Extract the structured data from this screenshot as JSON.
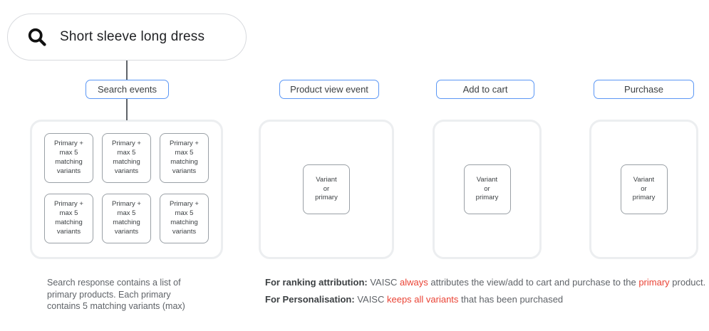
{
  "colors": {
    "accent_blue": "#5B97F5",
    "highlight_red": "#EA4335",
    "pill_border": "#D8DADE",
    "container_border": "#ECEEF0",
    "card_border": "#9AA0A6",
    "text_dark": "#202124",
    "text_gray": "#5F6368"
  },
  "search_bar": {
    "query": "Short sleeve long dress",
    "icon": "search-icon"
  },
  "event_buttons": [
    {
      "label": "Search events"
    },
    {
      "label": "Product view event"
    },
    {
      "label": "Add to cart"
    },
    {
      "label": "Purchase"
    }
  ],
  "search_results": {
    "card_count": 6,
    "card_text": "Primary +\nmax 5\nmatching\nvariants"
  },
  "event_result_card_text": "Variant\nor\nprimary",
  "notes": {
    "search_note": "Search response contains a list of\nprimary products. Each primary\ncontains 5 matching variants (max)",
    "ranking": {
      "label": "For ranking attribution:",
      "seg1": " VAISC ",
      "red1": "always",
      "seg2": " attributes the view/add to cart and purchase to the ",
      "red2": "primary",
      "seg3": " product."
    },
    "personalisation": {
      "label": "For Personalisation:",
      "seg1": " VAISC ",
      "red1": "keeps all variants",
      "seg2": " that has been purchased"
    }
  }
}
